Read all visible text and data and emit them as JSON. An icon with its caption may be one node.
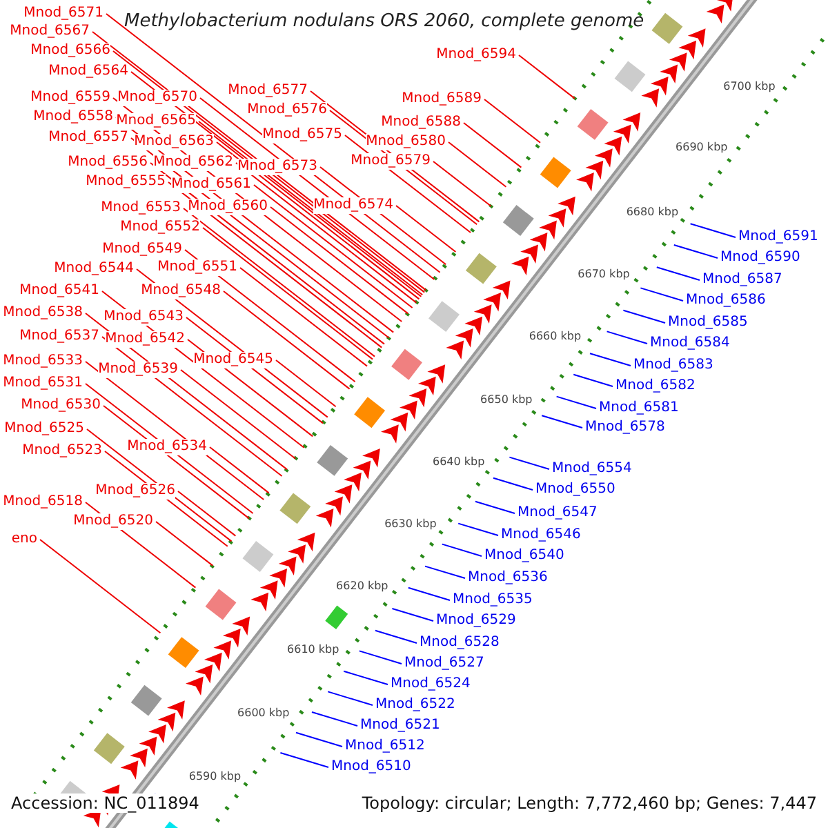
{
  "diagram": {
    "title": "Methylobacterium nodulans ORS 2060, complete genome",
    "nodes": [
      {
        "text": [
          "Mnod_6571"
        ]
      },
      {
        "text": [
          "Mnod_6567"
        ]
      },
      {
        "text": [
          "Mnod_6566"
        ]
      },
      {
        "text": [
          "Mnod_6564"
        ]
      },
      {
        "text": [
          "Mnod_6559"
        ]
      },
      {
        "text": [
          "Mnod_6570"
        ]
      },
      {
        "text": [
          "Mnod_6577"
        ]
      },
      {
        "text": [
          "Mnod_6594"
        ]
      },
      {
        "text": [
          "Mnod_6589"
        ]
      },
      {
        "text": [
          "Mnod_6576"
        ]
      },
      {
        "text": [
          "Mnod_6558"
        ]
      },
      {
        "text": [
          "Mnod_6565"
        ]
      },
      {
        "text": [
          "Mnod_6588"
        ]
      },
      {
        "text": [
          "Mnod_6575"
        ]
      },
      {
        "text": [
          "Mnod_6557"
        ]
      },
      {
        "text": [
          "Mnod_6563"
        ]
      },
      {
        "text": [
          "Mnod_6580"
        ]
      },
      {
        "text": [
          "Mnod_6556"
        ]
      },
      {
        "text": [
          "Mnod_6562"
        ]
      },
      {
        "text": [
          "Mnod_6579"
        ]
      },
      {
        "text": [
          "Mnod_6573"
        ]
      },
      {
        "text": [
          "Mnod_6555"
        ]
      },
      {
        "text": [
          "Mnod_6561"
        ]
      },
      {
        "text": [
          "Mnod_6553"
        ]
      },
      {
        "text": [
          "Mnod_6560"
        ]
      },
      {
        "text": [
          "Mnod_6574"
        ]
      },
      {
        "text": [
          "Mnod_6552"
        ]
      },
      {
        "text": [
          "Mnod_6549"
        ]
      },
      {
        "text": [
          "Mnod_6551"
        ]
      },
      {
        "text": [
          "Mnod_6544"
        ]
      },
      {
        "text": [
          "Mnod_6541"
        ]
      },
      {
        "text": [
          "Mnod_6548"
        ]
      },
      {
        "text": [
          "Mnod_6538"
        ]
      },
      {
        "text": [
          "Mnod_6543"
        ]
      },
      {
        "text": [
          "Mnod_6537"
        ]
      },
      {
        "text": [
          "Mnod_6542"
        ]
      },
      {
        "text": [
          "Mnod_6545"
        ]
      },
      {
        "text": [
          "Mnod_6533"
        ]
      },
      {
        "text": [
          "Mnod_6539"
        ]
      },
      {
        "text": [
          "Mnod_6531"
        ]
      },
      {
        "text": [
          "Mnod_6530"
        ]
      },
      {
        "text": [
          "Mnod_6525"
        ]
      },
      {
        "text": [
          "Mnod_6534"
        ]
      },
      {
        "text": [
          "Mnod_6523"
        ]
      },
      {
        "text": [
          "Mnod_6526"
        ]
      },
      {
        "text": [
          "Mnod_6518"
        ]
      },
      {
        "text": [
          "Mnod_6520"
        ]
      },
      {
        "text": [
          "eno"
        ]
      },
      {
        "text": [
          "Mnod_6591"
        ]
      },
      {
        "text": [
          "Mnod_6590"
        ]
      },
      {
        "text": [
          "Mnod_6587"
        ]
      },
      {
        "text": [
          "Mnod_6586"
        ]
      },
      {
        "text": [
          "Mnod_6585"
        ]
      },
      {
        "text": [
          "Mnod_6584"
        ]
      },
      {
        "text": [
          "Mnod_6583"
        ]
      },
      {
        "text": [
          "Mnod_6582"
        ]
      },
      {
        "text": [
          "Mnod_6581"
        ]
      },
      {
        "text": [
          "Mnod_6578"
        ]
      },
      {
        "text": [
          "Mnod_6554"
        ]
      },
      {
        "text": [
          "Mnod_6550"
        ]
      },
      {
        "text": [
          "Mnod_6547"
        ]
      },
      {
        "text": [
          "Mnod_6546"
        ]
      },
      {
        "text": [
          "Mnod_6540"
        ]
      },
      {
        "text": [
          "Mnod_6536"
        ]
      },
      {
        "text": [
          "Mnod_6535"
        ]
      },
      {
        "text": [
          "Mnod_6529"
        ]
      },
      {
        "text": [
          "Mnod_6528"
        ]
      },
      {
        "text": [
          "Mnod_6527"
        ]
      },
      {
        "text": [
          "Mnod_6524"
        ]
      },
      {
        "text": [
          "Mnod_6522"
        ]
      },
      {
        "text": [
          "Mnod_6521"
        ]
      },
      {
        "text": [
          "Mnod_6512"
        ]
      },
      {
        "text": [
          "Mnod_6510"
        ]
      }
    ],
    "edges": [
      {
        "from": 0,
        "to": null,
        "arrow": "none"
      },
      {
        "from": 1,
        "to": null,
        "arrow": "none"
      },
      {
        "from": 2,
        "to": null,
        "arrow": "none"
      },
      {
        "from": 3,
        "to": null,
        "arrow": "none"
      },
      {
        "from": 4,
        "to": null,
        "arrow": "none"
      },
      {
        "from": 5,
        "to": null,
        "arrow": "none"
      },
      {
        "from": 6,
        "to": null,
        "arrow": "none"
      },
      {
        "from": 7,
        "to": null,
        "arrow": "none"
      },
      {
        "from": 8,
        "to": null,
        "arrow": "none"
      },
      {
        "from": 9,
        "to": null,
        "arrow": "none"
      },
      {
        "from": 10,
        "to": null,
        "arrow": "none"
      },
      {
        "from": 11,
        "to": null,
        "arrow": "none"
      },
      {
        "from": 12,
        "to": null,
        "arrow": "none"
      },
      {
        "from": 13,
        "to": null,
        "arrow": "none"
      },
      {
        "from": 14,
        "to": null,
        "arrow": "none"
      },
      {
        "from": 15,
        "to": null,
        "arrow": "none"
      },
      {
        "from": 16,
        "to": null,
        "arrow": "none"
      },
      {
        "from": 17,
        "to": null,
        "arrow": "none"
      },
      {
        "from": 18,
        "to": null,
        "arrow": "none"
      },
      {
        "from": 19,
        "to": null,
        "arrow": "none"
      },
      {
        "from": 20,
        "to": null,
        "arrow": "none"
      },
      {
        "from": 21,
        "to": null,
        "arrow": "none"
      },
      {
        "from": 22,
        "to": null,
        "arrow": "none"
      },
      {
        "from": 23,
        "to": null,
        "arrow": "none"
      },
      {
        "from": 24,
        "to": null,
        "arrow": "none"
      },
      {
        "from": 25,
        "to": null,
        "arrow": "none"
      },
      {
        "from": 26,
        "to": null,
        "arrow": "none"
      },
      {
        "from": 27,
        "to": null,
        "arrow": "none"
      },
      {
        "from": 28,
        "to": null,
        "arrow": "none"
      },
      {
        "from": 29,
        "to": null,
        "arrow": "none"
      },
      {
        "from": 30,
        "to": null,
        "arrow": "none"
      },
      {
        "from": 31,
        "to": null,
        "arrow": "none"
      },
      {
        "from": 32,
        "to": null,
        "arrow": "none"
      },
      {
        "from": 33,
        "to": null,
        "arrow": "none"
      },
      {
        "from": 34,
        "to": null,
        "arrow": "none"
      },
      {
        "from": 35,
        "to": null,
        "arrow": "none"
      },
      {
        "from": 36,
        "to": null,
        "arrow": "none"
      },
      {
        "from": 37,
        "to": null,
        "arrow": "none"
      },
      {
        "from": 38,
        "to": null,
        "arrow": "none"
      },
      {
        "from": 39,
        "to": null,
        "arrow": "none"
      },
      {
        "from": 40,
        "to": null,
        "arrow": "none"
      },
      {
        "from": 41,
        "to": null,
        "arrow": "none"
      },
      {
        "from": 42,
        "to": null,
        "arrow": "none"
      },
      {
        "from": 43,
        "to": null,
        "arrow": "none"
      },
      {
        "from": 44,
        "to": null,
        "arrow": "none"
      },
      {
        "from": 45,
        "to": null,
        "arrow": "none"
      },
      {
        "from": 46,
        "to": null,
        "arrow": "none"
      },
      {
        "from": 47,
        "to": null,
        "arrow": "none"
      },
      {
        "from": 48,
        "to": null,
        "arrow": "none",
        "color": "#0000ff"
      },
      {
        "from": 49,
        "to": null,
        "arrow": "none",
        "color": "#0000ff"
      },
      {
        "from": 50,
        "to": null,
        "arrow": "none",
        "color": "#0000ff"
      },
      {
        "from": 51,
        "to": null,
        "arrow": "none",
        "color": "#0000ff"
      },
      {
        "from": 52,
        "to": null,
        "arrow": "none",
        "color": "#0000ff"
      },
      {
        "from": 53,
        "to": null,
        "arrow": "none",
        "color": "#0000ff"
      },
      {
        "from": 54,
        "to": null,
        "arrow": "none",
        "color": "#0000ff"
      },
      {
        "from": 55,
        "to": null,
        "arrow": "none",
        "color": "#0000ff"
      },
      {
        "from": 56,
        "to": null,
        "arrow": "none",
        "color": "#0000ff"
      },
      {
        "from": 57,
        "to": null,
        "arrow": "none",
        "color": "#0000ff"
      },
      {
        "from": 58,
        "to": null,
        "arrow": "none",
        "color": "#0000ff"
      },
      {
        "from": 59,
        "to": null,
        "arrow": "none",
        "color": "#0000ff"
      },
      {
        "from": 60,
        "to": null,
        "arrow": "none",
        "color": "#0000ff"
      },
      {
        "from": 61,
        "to": null,
        "arrow": "none",
        "color": "#0000ff"
      },
      {
        "from": 62,
        "to": null,
        "arrow": "none",
        "color": "#0000ff"
      },
      {
        "from": 63,
        "to": null,
        "arrow": "none",
        "color": "#0000ff"
      },
      {
        "from": 64,
        "to": null,
        "arrow": "none",
        "color": "#0000ff"
      },
      {
        "from": 65,
        "to": null,
        "arrow": "none",
        "color": "#0000ff"
      },
      {
        "from": 66,
        "to": null,
        "arrow": "none",
        "color": "#0000ff"
      },
      {
        "from": 67,
        "to": null,
        "arrow": "none",
        "color": "#0000ff"
      },
      {
        "from": 68,
        "to": null,
        "arrow": "none",
        "color": "#0000ff"
      },
      {
        "from": 69,
        "to": null,
        "arrow": "none",
        "color": "#0000ff"
      },
      {
        "from": 70,
        "to": null,
        "arrow": "none",
        "color": "#0000ff"
      },
      {
        "from": 71,
        "to": null,
        "arrow": "none",
        "color": "#0000ff"
      },
      {
        "from": 72,
        "to": null,
        "arrow": "none",
        "color": "#0000ff"
      }
    ],
    "labels": [
      "6700 kbp",
      "6690 kbp",
      "6680 kbp",
      "6670 kbp",
      "6660 kbp",
      "6650 kbp",
      "6640 kbp",
      "6630 kbp",
      "6620 kbp",
      "6610 kbp",
      "6600 kbp",
      "6590 kbp",
      "Accession: NC_011894",
      "Topology: circular; Length: 7,772,460 bp; Genes: 7,447"
    ]
  }
}
